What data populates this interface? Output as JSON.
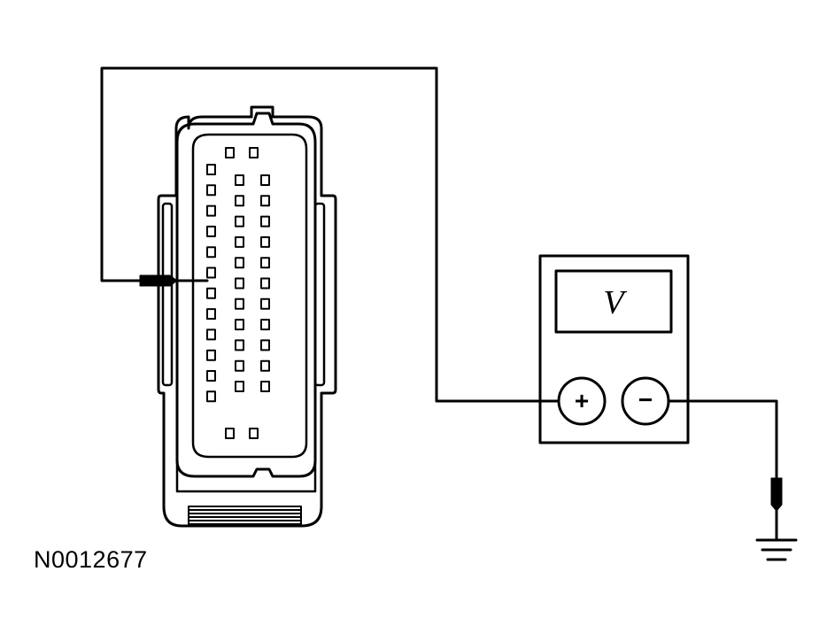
{
  "figure_id": "N0012677",
  "meter": {
    "display": "V",
    "plus_label": "+",
    "minus_label": "−"
  },
  "connector": {
    "pin_rows": 12
  },
  "colors": {
    "ink": "#000000",
    "paper": "#ffffff"
  }
}
